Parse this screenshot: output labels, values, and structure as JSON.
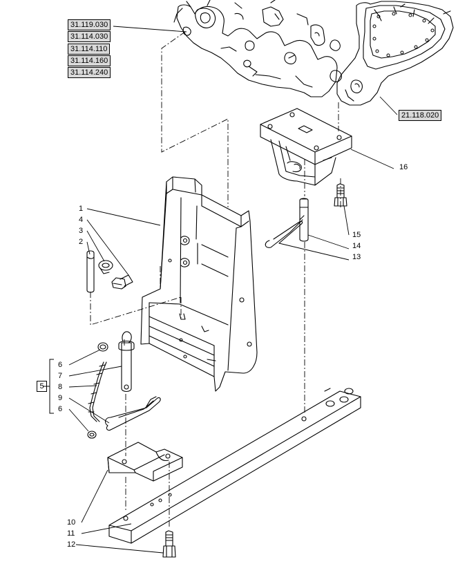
{
  "references": {
    "r1": "31.119.030",
    "r2": "31.114.030",
    "r3": "31.114.110",
    "r4": "31.114.160",
    "r5": "31.114.240",
    "r6": "21.118.020"
  },
  "callouts": {
    "c1": "1",
    "c2": "2",
    "c3": "3",
    "c4": "4",
    "c5": "5",
    "c6a": "6",
    "c6b": "6",
    "c7": "7",
    "c8": "8",
    "c9": "9",
    "c10": "10",
    "c11": "11",
    "c12": "12",
    "c13": "13",
    "c14": "14",
    "c15": "15",
    "c16": "16"
  },
  "colors": {
    "line": "#000000",
    "box_fill": "#d9d9d9",
    "background": "#ffffff"
  }
}
